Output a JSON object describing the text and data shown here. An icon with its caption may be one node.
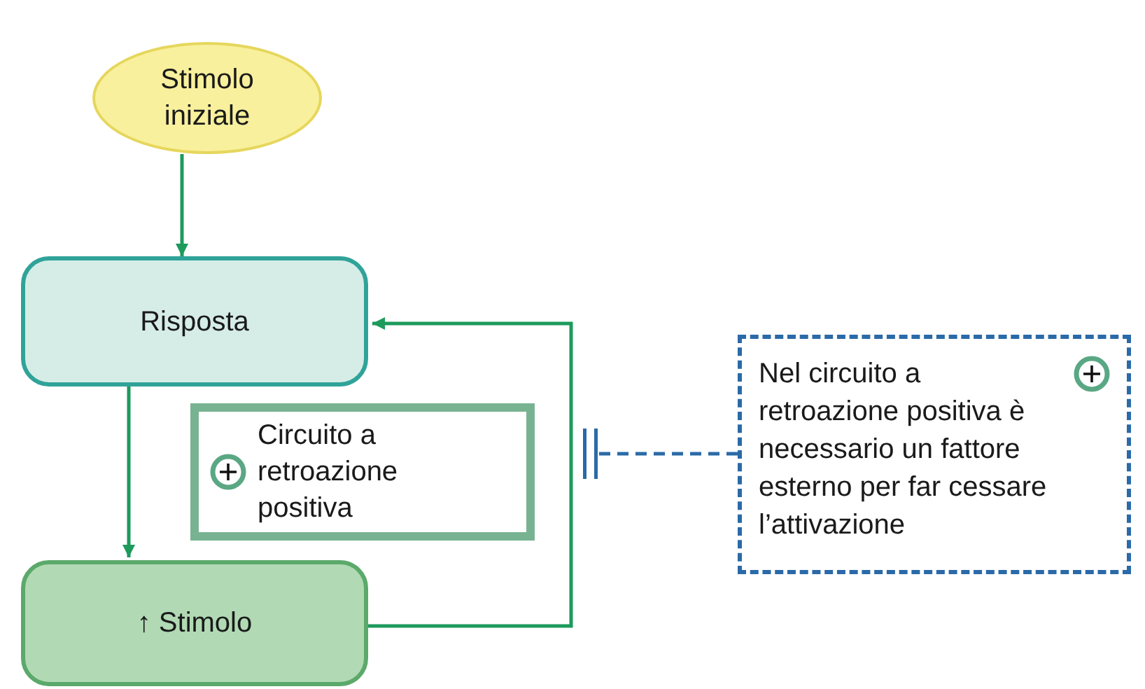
{
  "diagram": {
    "nodes": [
      {
        "text": [
          "Stimolo iniziale"
        ]
      },
      {
        "text": [
          "Risposta"
        ]
      },
      {
        "text": [
          "Circuito a retroazione positiva"
        ]
      },
      {
        "text": [
          "↑ Stimolo"
        ]
      },
      {
        "text": [
          "Nel circuito a retroazione positiva è necessario un fattore esterno per far cessare l’attivazione"
        ]
      }
    ],
    "edges": [
      {
        "from": 0,
        "to": 1,
        "arrow": "to"
      },
      {
        "from": 1,
        "to": 3,
        "arrow": "to"
      },
      {
        "from": 3,
        "to": 1,
        "arrow": "to"
      },
      {
        "from": 4,
        "to": null,
        "arrow": "other",
        "style": "dashed",
        "color": "#2a6aa8"
      }
    ]
  }
}
